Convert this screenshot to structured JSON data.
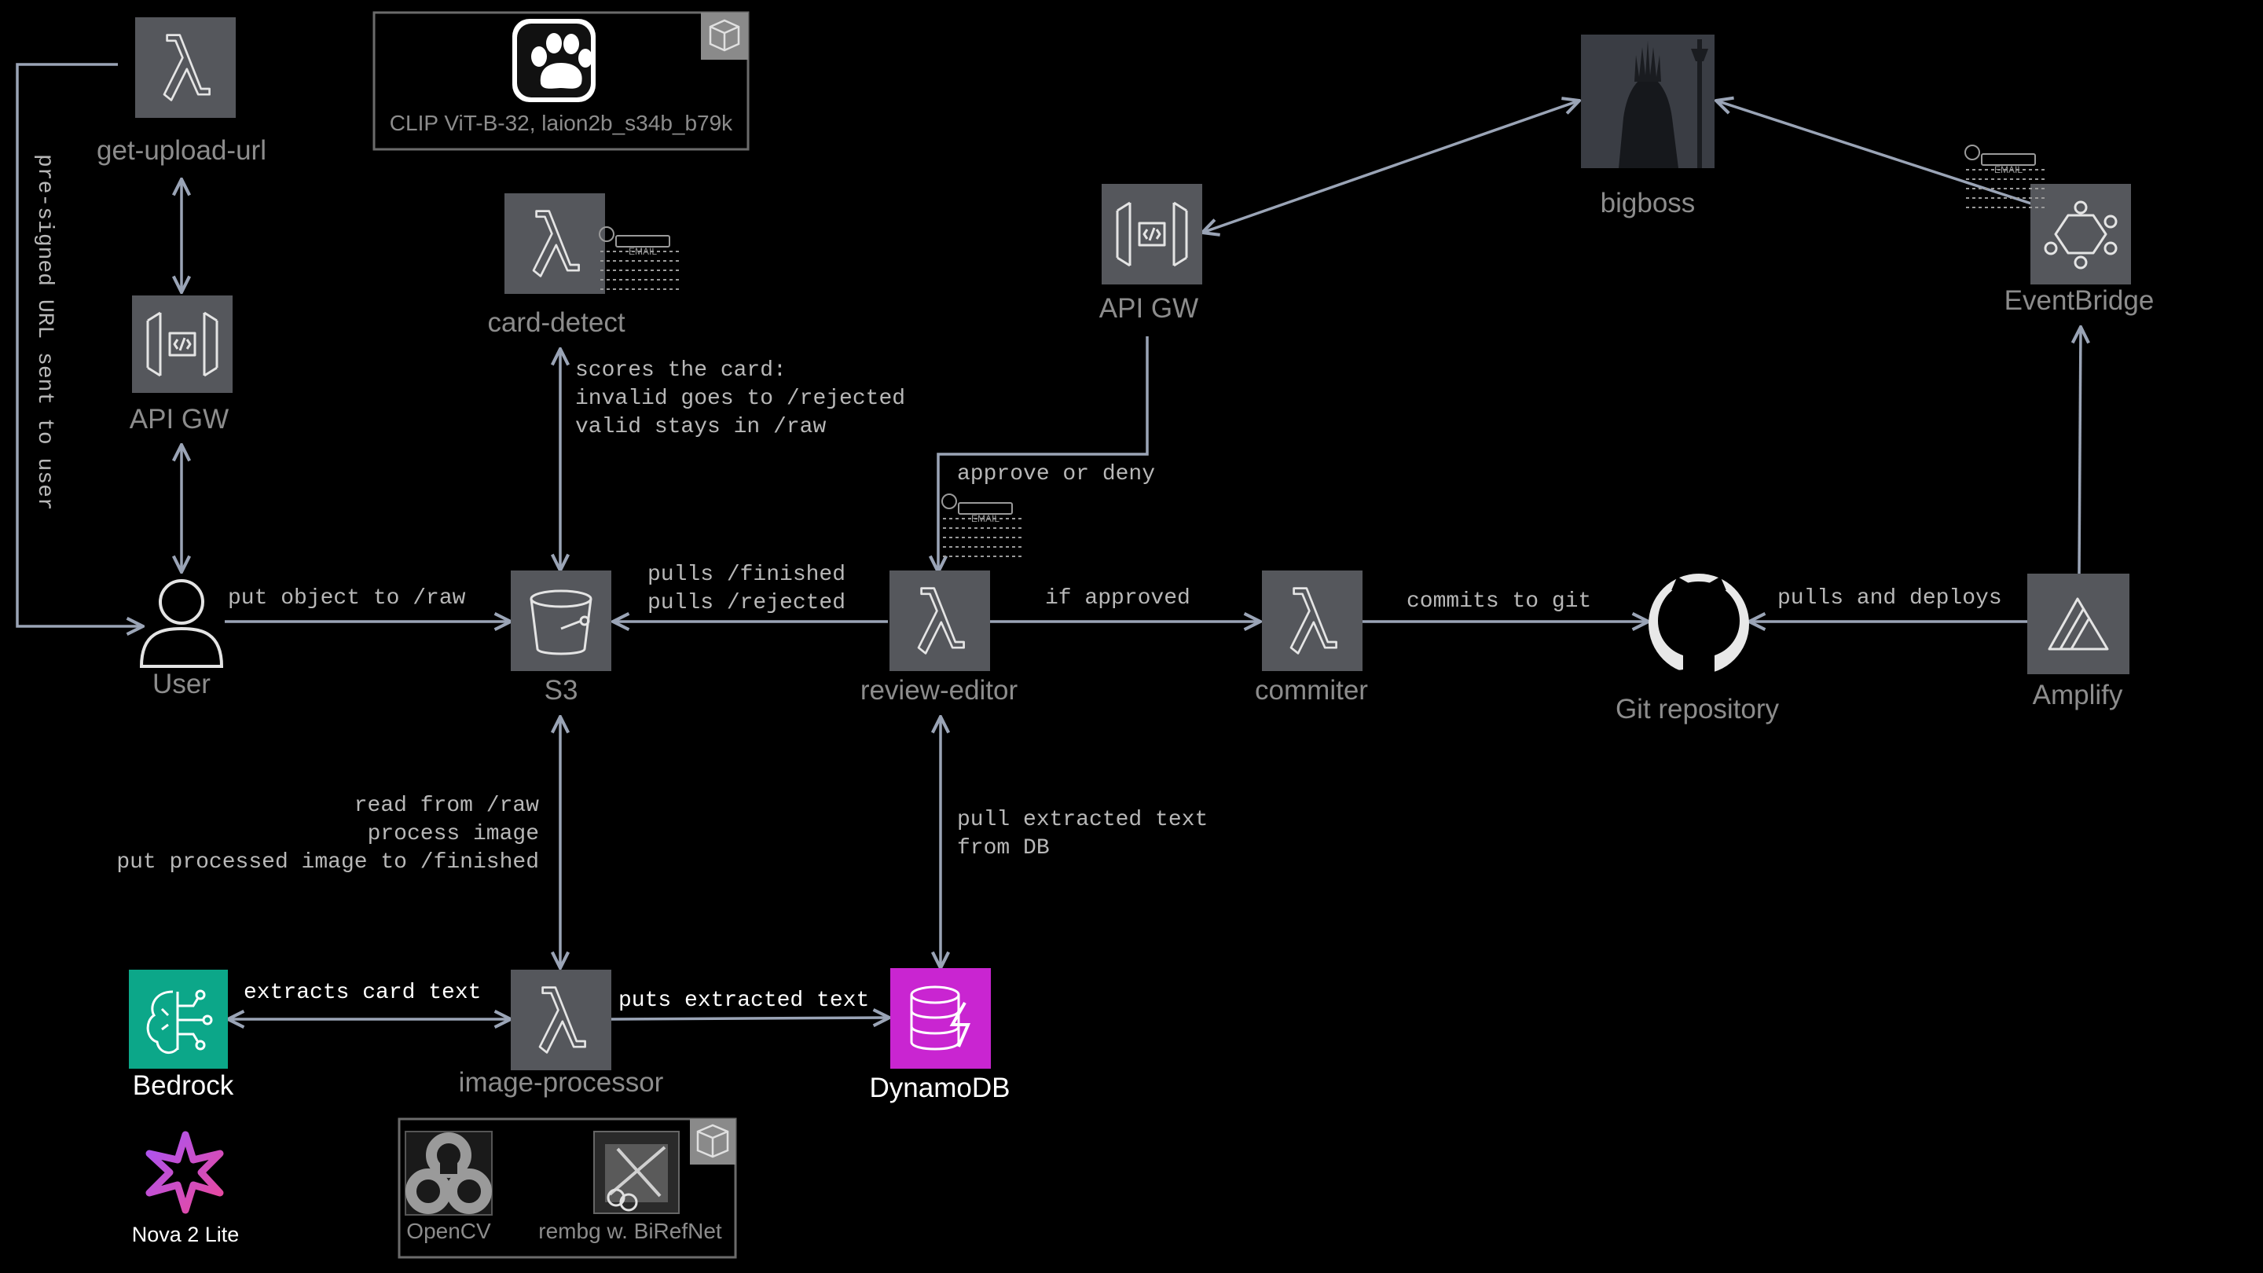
{
  "nodes": {
    "get_upload_url": "get-upload-url",
    "api_gw_left": "API GW",
    "user": "User",
    "card_detect": "card-detect",
    "s3": "S3",
    "clip_model": "CLIP ViT-B-32, laion2b_s34b_b79k",
    "review_editor": "review-editor",
    "api_gw_right": "API GW",
    "bigboss": "bigboss",
    "eventbridge": "EventBridge",
    "commiter": "commiter",
    "git_repository": "Git repository",
    "amplify": "Amplify",
    "image_processor": "image-processor",
    "bedrock": "Bedrock",
    "nova": "Nova 2 Lite",
    "dynamodb": "DynamoDB",
    "opencv": "OpenCV",
    "rembg": "rembg w. BiRefNet",
    "email_badge": "EMAIL"
  },
  "edge_labels": {
    "presigned": "pre-signed URL sent to user",
    "put_object": "put object to /raw",
    "scores_1": "scores the card:",
    "scores_2": "invalid goes to /rejected",
    "scores_3": "valid stays in /raw",
    "pulls_1": "pulls /finished",
    "pulls_2": "pulls /rejected",
    "approve": "approve or deny",
    "if_approved": "if approved",
    "commits": "commits to git",
    "pulls_deploys": "pulls and deploys",
    "read_1": "read from /raw",
    "read_2": "process image",
    "read_3": "put processed image to /finished",
    "pull_text_1": "pull extracted text",
    "pull_text_2": "from DB",
    "extracts": "extracts card text",
    "puts_text": "puts extracted text"
  },
  "colors": {
    "background": "#000000",
    "icon_box": "#55575c",
    "edge": "#9aa4b6",
    "bedrock": "#0ca789",
    "dynamodb": "#c925d1",
    "nova_gradient": [
      "#a855f7",
      "#ec4899"
    ]
  }
}
